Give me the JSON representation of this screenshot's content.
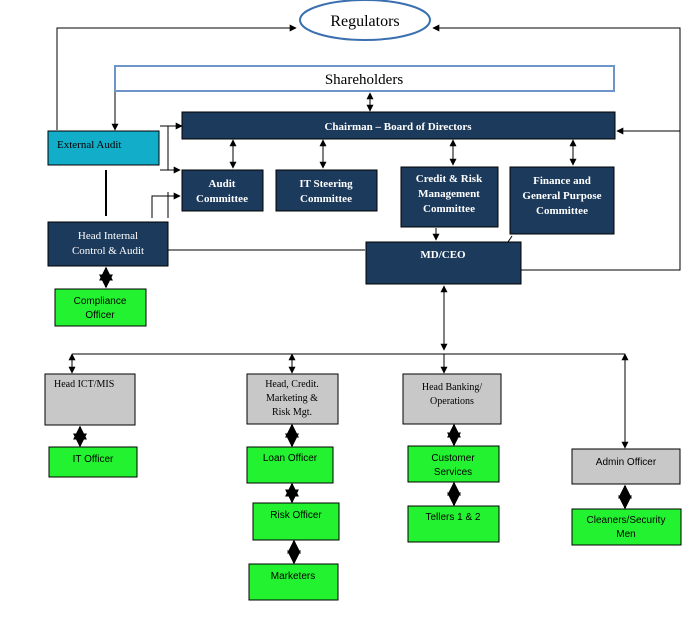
{
  "nodes": {
    "regulators": {
      "label": "Regulators"
    },
    "shareholders": {
      "label": "Shareholders"
    },
    "chairman": {
      "label": "Chairman – Board of Directors"
    },
    "external_audit": {
      "label": "External Audit"
    },
    "audit_committee": {
      "line1": "Audit",
      "line2": "Committee"
    },
    "it_steering": {
      "line1": "IT Steering",
      "line2": "Committee"
    },
    "credit_risk": {
      "line1": "Credit & Risk",
      "line2": "Management",
      "line3": "Committee"
    },
    "finance": {
      "line1": "Finance and",
      "line2": "General Purpose",
      "line3": "Committee"
    },
    "head_internal": {
      "line1": "Head Internal",
      "line2": "Control & Audit"
    },
    "compliance": {
      "line1": "Compliance",
      "line2": "Officer"
    },
    "mdceo": {
      "label": "MD/CEO"
    },
    "head_ict": {
      "label": "Head ICT/MIS"
    },
    "head_credit": {
      "line1": "Head, Credit.",
      "line2": "Marketing &",
      "line3": "Risk Mgt."
    },
    "head_banking": {
      "line1": "Head Banking/",
      "line2": "Operations"
    },
    "admin_officer": {
      "label": "Admin Officer"
    },
    "it_officer": {
      "label": "IT Officer"
    },
    "loan_officer": {
      "label": "Loan Officer"
    },
    "risk_officer": {
      "label": "Risk Officer"
    },
    "marketers": {
      "label": "Marketers"
    },
    "customer_services": {
      "line1": "Customer",
      "line2": "Services"
    },
    "tellers": {
      "label": "Tellers 1 & 2"
    },
    "cleaners": {
      "line1": "Cleaners/Security",
      "line2": "Men"
    }
  },
  "colors": {
    "navy": "#1c3a5c",
    "cyan": "#12aec9",
    "green": "#22f22f",
    "gray": "#c8c8c8",
    "ellipse_stroke": "#3a6fb0",
    "shareholders_stroke": "#6d95c9"
  }
}
